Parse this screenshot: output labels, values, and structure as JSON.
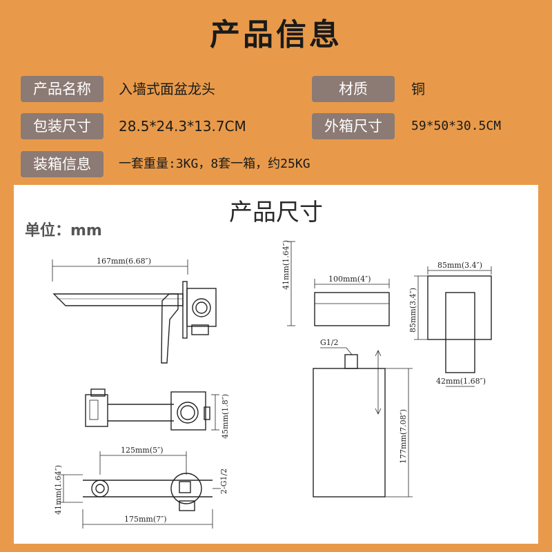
{
  "header": {
    "title": "产品信息"
  },
  "info": {
    "name_label": "产品名称",
    "name_value": "入墙式面盆龙头",
    "material_label": "材质",
    "material_value": "铜",
    "package_label": "包装尺寸",
    "package_value": "28.5*24.3*13.7CM",
    "carton_label": "外箱尺寸",
    "carton_value": "59*50*30.5CM",
    "packing_label": "装箱信息",
    "packing_value": "一套重量:3KG，8套一箱，约25KG"
  },
  "drawing": {
    "title": "产品尺寸",
    "unit": "单位：mm",
    "dims": {
      "spout_length": "167mm(6.68″)",
      "valve_depth": "45mm(1.8″)",
      "centers": "125mm(5″)",
      "thread_side": "2-G1/2",
      "body_height": "41mm(1.64″)",
      "total_width": "175mm(7″)",
      "plate_height": "41mm(1.64″)",
      "spout_width": "100mm(4″)",
      "square_width": "85mm(3.4″)",
      "square_height": "85mm(3.4″)",
      "handle_width": "42mm(1.68″)",
      "thread_top": "G1/2",
      "box_height": "177mm(7.08″)"
    }
  },
  "colors": {
    "background": "#E89A4A",
    "label_bg": "#8C7A74",
    "panel": "#FFFFFF"
  }
}
